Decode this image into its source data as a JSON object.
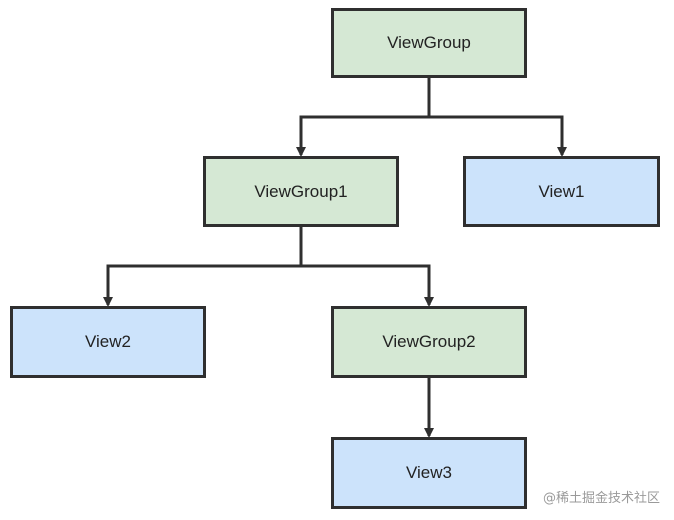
{
  "diagram": {
    "nodes": {
      "root": {
        "label": "ViewGroup",
        "kind": "group"
      },
      "viewgroup1": {
        "label": "ViewGroup1",
        "kind": "group"
      },
      "view1": {
        "label": "View1",
        "kind": "view"
      },
      "view2": {
        "label": "View2",
        "kind": "view"
      },
      "viewgroup2": {
        "label": "ViewGroup2",
        "kind": "group"
      },
      "view3": {
        "label": "View3",
        "kind": "view"
      }
    },
    "edges": [
      {
        "from": "root",
        "to": "viewgroup1"
      },
      {
        "from": "root",
        "to": "view1"
      },
      {
        "from": "viewgroup1",
        "to": "view2"
      },
      {
        "from": "viewgroup1",
        "to": "viewgroup2"
      },
      {
        "from": "viewgroup2",
        "to": "view3"
      }
    ],
    "colors": {
      "group_fill": "#d5e8d4",
      "view_fill": "#cce3fb",
      "stroke": "#2f2f2f"
    }
  },
  "watermark": "@稀土掘金技术社区"
}
